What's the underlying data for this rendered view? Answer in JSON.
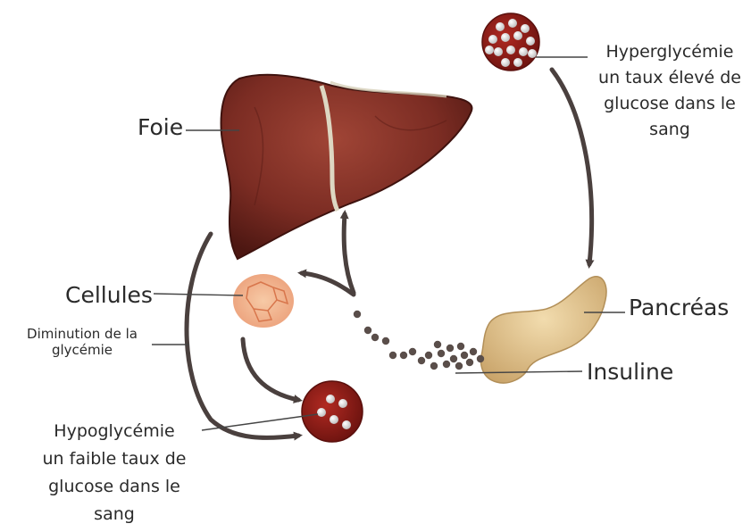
{
  "labels": {
    "foie": "Foie",
    "cellules": "Cellules",
    "diminution": [
      "Diminution de la",
      "glycémie"
    ],
    "hypo": [
      "Hypoglycémie",
      "un faible taux de",
      "glucose dans le",
      "sang"
    ],
    "hyper": [
      "Hyperglycémie",
      "un taux élevé de",
      "glucose dans le",
      "sang"
    ],
    "pancreas": "Pancréas",
    "insuline": "Insuline"
  },
  "colors": {
    "liver": "#7a2a22",
    "blood_cell": "#8e1a14",
    "glucose_dot": "#e6e6e6",
    "pancreas": "#e2c48c",
    "cells": "#f0b890",
    "arrow": "#4a403e",
    "insulin_dot": "#5a4e4a"
  }
}
